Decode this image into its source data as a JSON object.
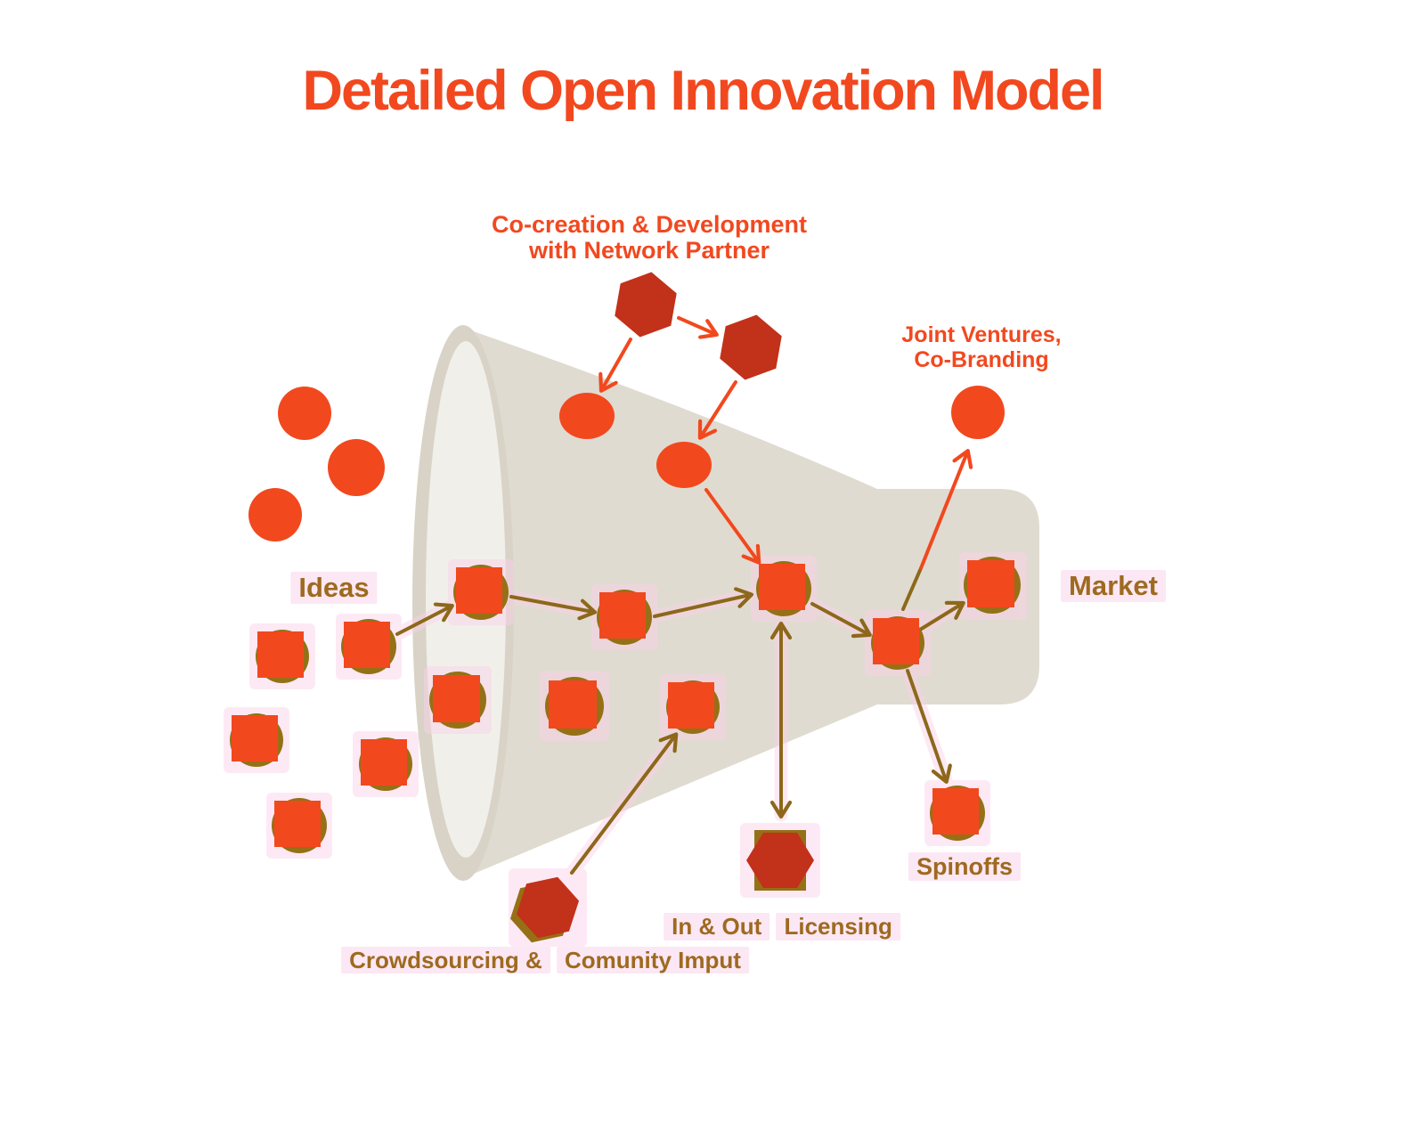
{
  "title": "Detailed Open Innovation Model",
  "labels": {
    "co_creation": {
      "line1": "Co-creation & Development",
      "line2": "with Network Partner"
    },
    "joint_ventures": {
      "line1": "Joint Ventures,",
      "line2": "Co-Branding"
    },
    "ideas": "Ideas",
    "market": "Market",
    "crowdsourcing": {
      "line1": "Crowdsourcing &",
      "line2": "Comunity Imput"
    },
    "in_out_licensing": {
      "line1": "In & Out",
      "line2": "Licensing"
    },
    "spinoffs": "Spinoffs"
  },
  "colors": {
    "title_orange": "#F2481F",
    "idea_circle_orange": "#F2481E",
    "hexagon_dark_red": "#C23119",
    "arrow_olive": "#8D681A",
    "node_olive": "#967016",
    "label_brown": "#9E6A1F",
    "funnel_body_beige": "#E0DBD0",
    "funnel_mouth_light": "#F1EFE9",
    "funnel_rim": "#D8D3C6",
    "pink_halo": "#FAD2EA",
    "background": "#FFFFFF"
  }
}
